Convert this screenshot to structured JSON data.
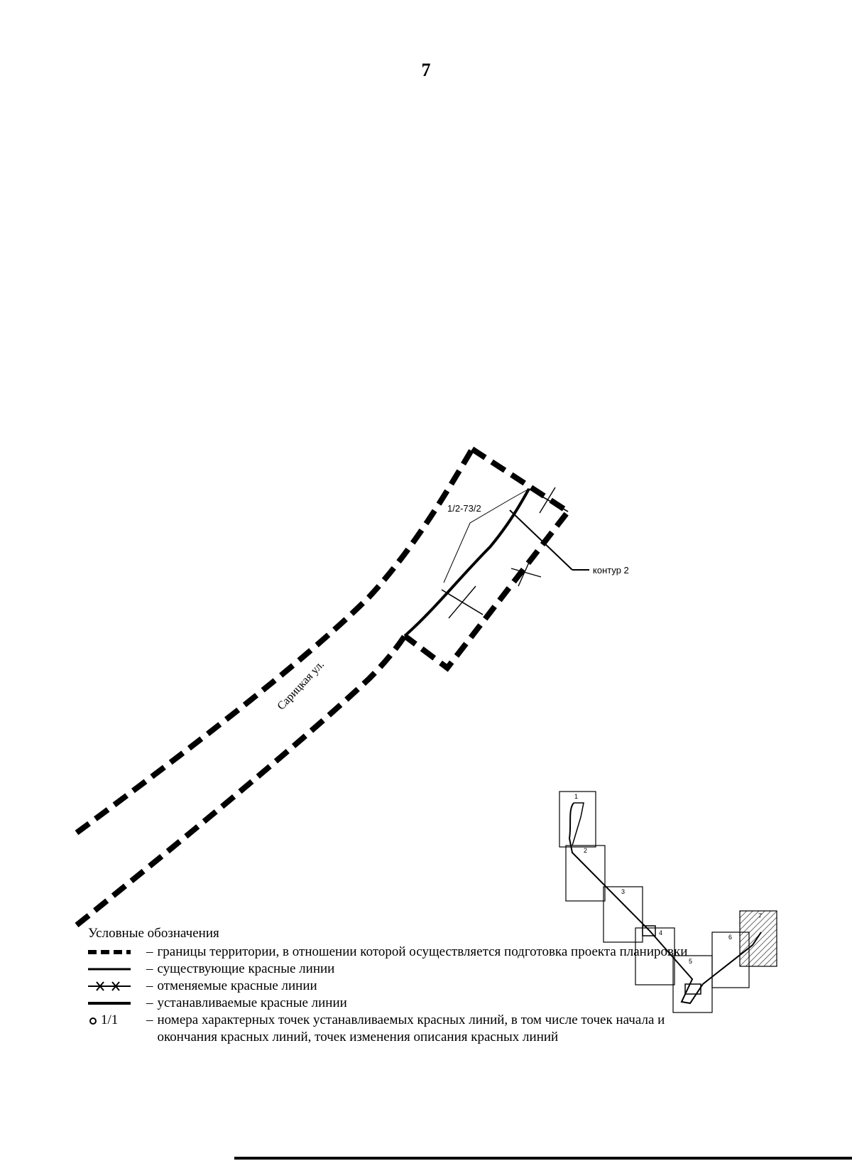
{
  "page": {
    "number": "7"
  },
  "map": {
    "street_label": "Сарицкая ул.",
    "point_label": "1/2-73/2",
    "contour_label": "контур 2"
  },
  "index_map": {
    "sheets": [
      {
        "label": "1"
      },
      {
        "label": "2"
      },
      {
        "label": "3"
      },
      {
        "label": "4"
      },
      {
        "label": "5"
      },
      {
        "label": "6"
      },
      {
        "label": "7"
      }
    ],
    "highlighted_sheet": "7"
  },
  "legend": {
    "title": "Условные обозначения",
    "dash": "–",
    "items": [
      {
        "symbol": "territory-boundary",
        "text": "границы территории, в отношении которой осуществляется подготовка проекта планировки"
      },
      {
        "symbol": "existing-red-line",
        "text": "существующие красные линии"
      },
      {
        "symbol": "cancelled-red-line",
        "text": "отменяемые красные линии"
      },
      {
        "symbol": "established-red-line",
        "text": "устанавливаемые красные линии"
      },
      {
        "symbol": "point-number",
        "symbol_text": "1/1",
        "text": "номера характерных точек устанавливаемых красных линий, в том числе точек начала и окончания красных линий, точек изменения описания красных линий"
      }
    ]
  }
}
